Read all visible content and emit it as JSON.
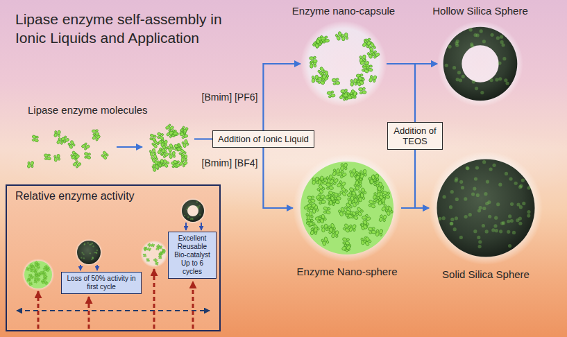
{
  "diagram": {
    "title": "Lipase enzyme self-assembly in Ionic Liquids and Application",
    "nodes": [
      {
        "text": [
          "Lipase enzyme molecules"
        ]
      },
      {
        "text": [
          "Addition of Ionic Liquid"
        ]
      },
      {
        "text": [
          "Enzyme nano-capsule"
        ]
      },
      {
        "text": [
          "Enzyme Nano-sphere"
        ]
      },
      {
        "text": [
          "Addition of TEOS"
        ]
      },
      {
        "text": [
          "Hollow Silica Sphere"
        ]
      },
      {
        "text": [
          "Solid Silica Sphere"
        ]
      },
      {
        "text": [
          "Relative enzyme activity"
        ]
      },
      {
        "text": [
          "Loss of 50% activity in first cycle"
        ],
        "in": 7
      },
      {
        "text": [
          "Excellent Reusable Bio-catalyst Up to 6 cycles"
        ],
        "in": 7
      }
    ],
    "edges": [
      {
        "from": 0,
        "to": 1,
        "arrow": "none"
      },
      {
        "from": 1,
        "to": 2,
        "label": "[Bmim] [PF6]",
        "arrow": "to"
      },
      {
        "from": 1,
        "to": 3,
        "label": "[Bmim] [BF4]",
        "arrow": "to"
      },
      {
        "from": 2,
        "to": 5,
        "arrow": "to"
      },
      {
        "from": 3,
        "to": 6,
        "arrow": "to"
      },
      {
        "from": 4,
        "to": 5,
        "arrow": "to"
      },
      {
        "from": 4,
        "to": 6,
        "arrow": "to"
      }
    ]
  }
}
